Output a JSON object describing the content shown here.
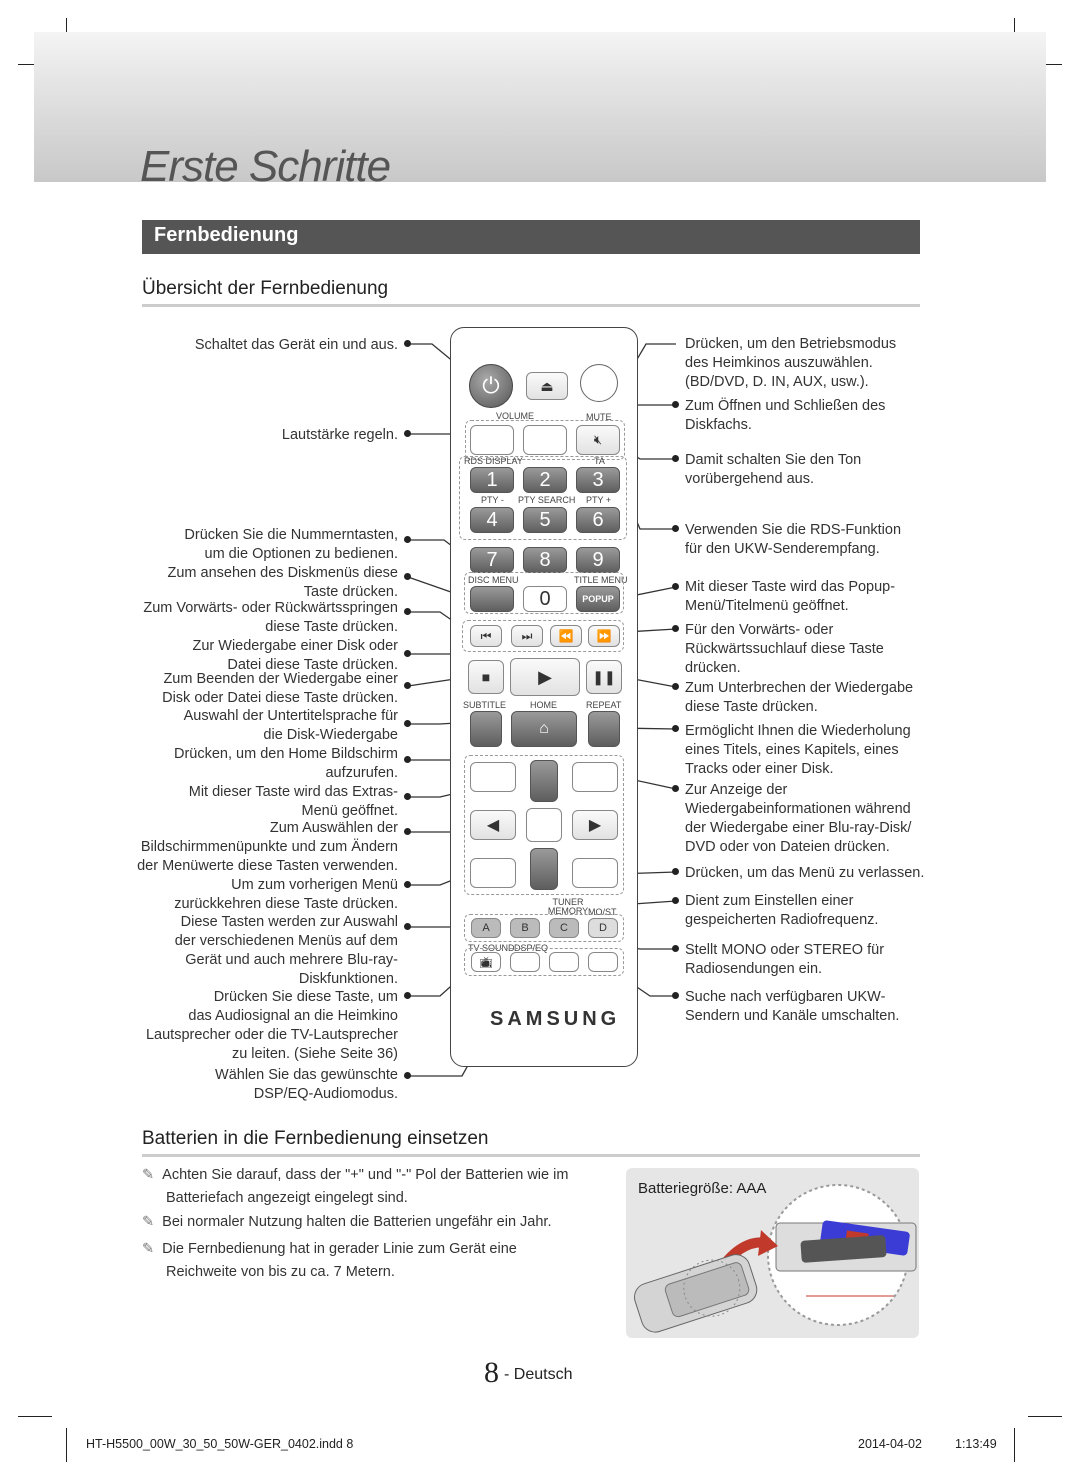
{
  "header": {
    "title": "Erste Schritte"
  },
  "section": {
    "title": "Fernbedienung"
  },
  "overview": {
    "title": "Übersicht der Fernbedienung",
    "left_labels": [
      [
        "Schaltet das Gerät ein und aus."
      ],
      [
        "Lautstärke regeln."
      ],
      [
        "Drücken Sie die Nummerntasten,",
        "um die Optionen zu bedienen."
      ],
      [
        "Zum ansehen des Diskmenüs diese",
        "Taste drücken."
      ],
      [
        "Zum Vorwärts- oder Rückwärtsspringen",
        "diese Taste drücken."
      ],
      [
        "Zur Wiedergabe einer Disk oder",
        "Datei diese Taste drücken."
      ],
      [
        "Zum Beenden der Wiedergabe einer",
        "Disk oder Datei diese Taste drücken."
      ],
      [
        "Auswahl der Untertitelsprache für",
        "die Disk-Wiedergabe"
      ],
      [
        "Drücken, um den Home Bildschirm",
        "aufzurufen."
      ],
      [
        "Mit dieser Taste wird das Extras-",
        "Menü geöffnet."
      ],
      [
        "Zum Auswählen der",
        "Bildschirmmenüpunkte und zum Ändern",
        "der Menüwerte diese Tasten verwenden."
      ],
      [
        "Um zum vorherigen Menü",
        "zurückkehren diese Taste drücken."
      ],
      [
        "Diese Tasten werden zur Auswahl",
        "der verschiedenen Menüs auf dem",
        "Gerät und auch mehrere Blu-ray-",
        "Diskfunktionen."
      ],
      [
        "Drücken Sie diese Taste, um",
        "das Audiosignal an die Heimkino",
        "Lautsprecher oder die TV-Lautsprecher",
        "zu leiten. (Siehe Seite 36)"
      ],
      [
        "Wählen Sie das gewünschte",
        "DSP/EQ-Audiomodus."
      ]
    ],
    "right_labels": [
      [
        "Drücken, um den Betriebsmodus",
        "des Heimkinos auszuwählen.",
        "(BD/DVD, D. IN, AUX, usw.)."
      ],
      [
        "Zum Öffnen und Schließen des",
        "Diskfachs."
      ],
      [
        "Damit schalten Sie den Ton",
        "vorübergehend aus."
      ],
      [
        "Verwenden Sie die RDS-Funktion",
        "für den UKW-Senderempfang."
      ],
      [
        "Mit dieser Taste wird das Popup-",
        "Menü/Titelmenü geöffnet."
      ],
      [
        "Für den Vorwärts- oder",
        "Rückwärtssuchlauf diese Taste",
        "drücken."
      ],
      [
        "Zum Unterbrechen der Wiedergabe",
        "diese Taste drücken."
      ],
      [
        "Ermöglicht Ihnen die Wiederholung",
        "eines Titels, eines Kapitels, eines",
        "Tracks oder einer Disk."
      ],
      [
        "Zur Anzeige der",
        "Wiedergabeinformationen während",
        "der Wiedergabe einer Blu-ray-Disk/",
        "DVD oder von Dateien drücken."
      ],
      [
        "Drücken, um das Menü zu verlassen."
      ],
      [
        "Dient zum Einstellen einer",
        "gespeicherten Radiofrequenz."
      ],
      [
        "Stellt MONO oder STEREO für",
        "Radiosendungen ein."
      ],
      [
        "Suche nach verfügbaren UKW-",
        "Sendern und Kanäle umschalten."
      ]
    ]
  },
  "remote": {
    "labels": {
      "volume": "VOLUME",
      "mute": "MUTE",
      "rds_display": "RDS DISPLAY",
      "ta": "TA",
      "pty_minus": "PTY -",
      "pty_search": "PTY SEARCH",
      "pty_plus": "PTY +",
      "disc_menu": "DISC MENU",
      "title_menu": "TITLE MENU",
      "popup": "POPUP",
      "subtitle": "SUBTITLE",
      "home": "HOME",
      "repeat": "REPEAT",
      "tuner_memory": "TUNER MEMORY",
      "mo_st": "MO/ST",
      "tv_sound": "TV SOUND",
      "dsp_eq": "DSP/EQ",
      "brand": "SAMSUNG"
    },
    "digits": [
      "1",
      "2",
      "3",
      "4",
      "5",
      "6",
      "7",
      "8",
      "9",
      "0"
    ],
    "color_keys": [
      "A",
      "B",
      "C",
      "D"
    ]
  },
  "batteries": {
    "title": "Batterien in die Fernbedienung einsetzen",
    "notes": [
      [
        "Achten Sie darauf, dass der \"+\" und \"-\" Pol der Batterien wie im",
        "Batteriefach angezeigt eingelegt sind."
      ],
      [
        "Bei normaler Nutzung halten die Batterien ungefähr ein Jahr."
      ],
      [
        "Die Fernbedienung hat in gerader Linie zum Gerät eine",
        "Reichweite von bis zu ca. 7 Metern."
      ]
    ],
    "size_label": "Batteriegröße: AAA"
  },
  "page": {
    "number": "8",
    "language": "- Deutsch"
  },
  "footer": {
    "file": "HT-H5500_00W_30_50_50W-GER_0402.indd   8",
    "date": "2014-04-02",
    "time": "1:13:49"
  },
  "colors": {
    "section_bar": "#555555",
    "accent_red": "#c0392b",
    "battery_blue": "#3b3bd6"
  }
}
